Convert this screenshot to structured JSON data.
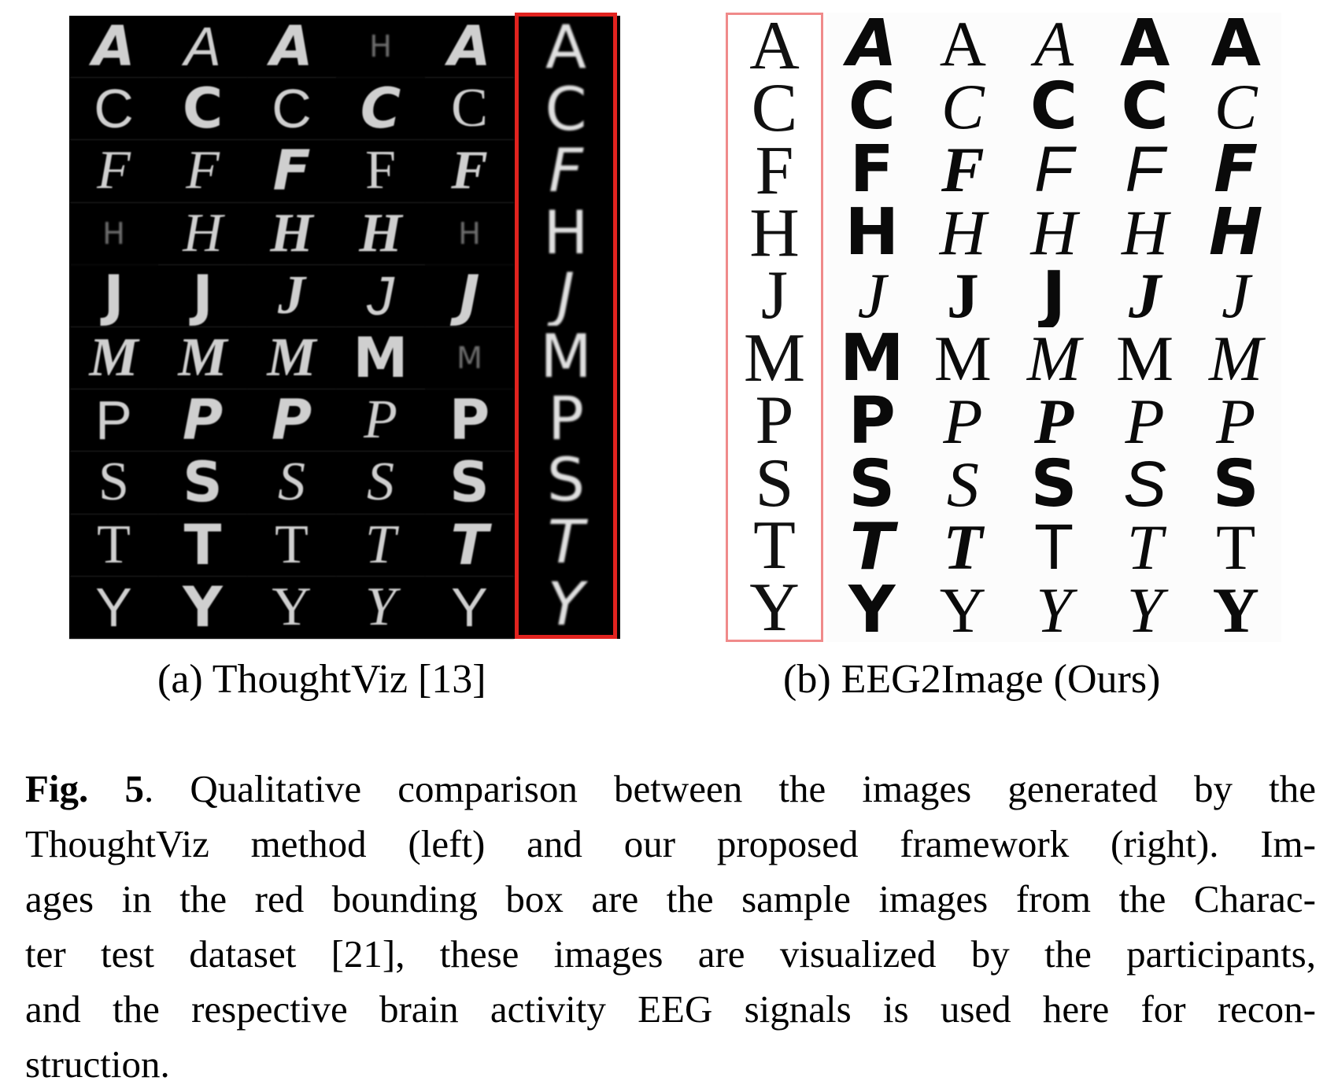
{
  "panel_a": {
    "rows": [
      [
        "A",
        "A",
        "A",
        "H",
        "A"
      ],
      [
        "C",
        "C",
        "C",
        "C",
        "C"
      ],
      [
        "F",
        "F",
        "F",
        "F",
        "F"
      ],
      [
        "H",
        "H",
        "H",
        "H",
        "H"
      ],
      [
        "J",
        "J",
        "J",
        "J",
        "J"
      ],
      [
        "M",
        "M",
        "M",
        "M",
        "M"
      ],
      [
        "P",
        "P",
        "P",
        "P",
        "P"
      ],
      [
        "S",
        "S",
        "S",
        "S",
        "S"
      ],
      [
        "T",
        "T",
        "T",
        "T",
        "T"
      ],
      [
        "Y",
        "Y",
        "Y",
        "Y",
        "Y"
      ]
    ],
    "ground_truth": [
      "A",
      "C",
      "F",
      "H",
      "J",
      "M",
      "P",
      "S",
      "T",
      "Y"
    ],
    "subcaption": "(a) ThoughtViz [13]"
  },
  "panel_b": {
    "rows": [
      [
        "A",
        "A",
        "A",
        "A",
        "A"
      ],
      [
        "C",
        "C",
        "C",
        "C",
        "C"
      ],
      [
        "F",
        "F",
        "F",
        "F",
        "F"
      ],
      [
        "H",
        "H",
        "H",
        "H",
        "H"
      ],
      [
        "J",
        "J",
        "J",
        "J",
        "J"
      ],
      [
        "M",
        "M",
        "M",
        "M",
        "M"
      ],
      [
        "P",
        "P",
        "P",
        "P",
        "P"
      ],
      [
        "S",
        "S",
        "S",
        "S",
        "S"
      ],
      [
        "T",
        "T",
        "T",
        "T",
        "T"
      ],
      [
        "Y",
        "Y",
        "Y",
        "Y",
        "Y"
      ]
    ],
    "ground_truth": [
      "A",
      "C",
      "F",
      "H",
      "J",
      "M",
      "P",
      "S",
      "T",
      "Y"
    ],
    "subcaption": "(b) EEG2Image (Ours)"
  },
  "caption": {
    "label": "Fig. 5",
    "lines": [
      ". Qualitative comparison between the images generated by the",
      "ThoughtViz method (left) and our proposed framework (right). Im-",
      "ages in the red bounding box are the sample images from the Charac-",
      "ter test dataset [21], these images are visualized by the participants,",
      "and the respective brain activity EEG signals is used here for recon-",
      "struction."
    ]
  },
  "colors": {
    "bbox_a": "#e1231f",
    "bbox_b": "#f08a8a",
    "panel_a_background": "#000000"
  }
}
